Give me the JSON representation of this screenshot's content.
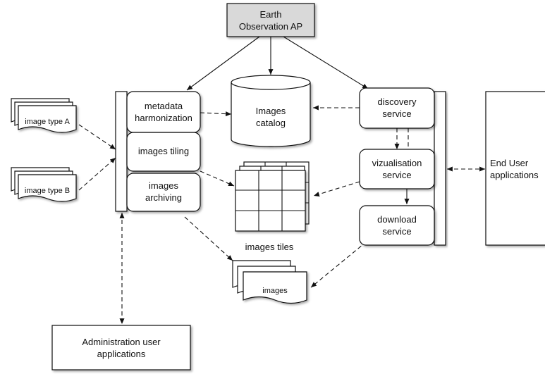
{
  "nodes": {
    "earth_ap": [
      "Earth",
      "Observation AP"
    ],
    "metadata": [
      "metadata",
      "harmonization"
    ],
    "tiling": [
      "images tiling"
    ],
    "archiving": [
      "images",
      "archiving"
    ],
    "catalog": [
      "Images",
      "catalog"
    ],
    "discovery": [
      "discovery",
      "service"
    ],
    "visualisation": [
      "vizualisation",
      "service"
    ],
    "download": [
      "download",
      "service"
    ],
    "end_user": [
      "End User",
      "applications"
    ],
    "admin": [
      "Administration user",
      "applications"
    ],
    "image_a": [
      "image type A"
    ],
    "image_b": [
      "image type B"
    ],
    "tiles_label": [
      "images tiles"
    ],
    "images_stack": [
      "images"
    ]
  },
  "colors": {
    "ap_fill": "#d9d9d9",
    "stroke": "#111111",
    "shadow": "#9a9a9a"
  }
}
